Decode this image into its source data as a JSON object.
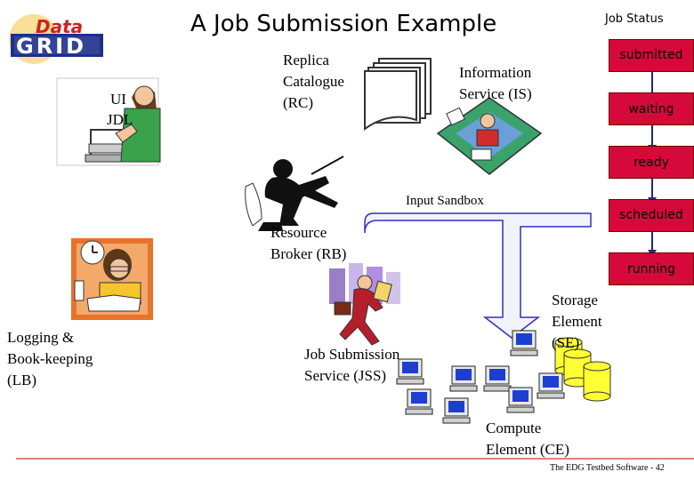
{
  "title": "A Job Submission Example",
  "logo": {
    "line1": "Data",
    "line2": "GRID"
  },
  "job_status": {
    "header": "Job Status",
    "states": [
      "submitted",
      "waiting",
      "ready",
      "scheduled",
      "running"
    ],
    "box_color": "#d6093b"
  },
  "ui": {
    "line1": "UI",
    "line2": "JDL"
  },
  "replica_catalogue": {
    "line1": "Replica",
    "line2": "Catalogue",
    "line3": "(RC)"
  },
  "information_service": {
    "line1": "Information",
    "line2": "Service (IS)"
  },
  "input_sandbox": "Input Sandbox",
  "resource_broker": {
    "line1": "Resource",
    "line2": "Broker (RB)"
  },
  "logging": {
    "line1": "Logging &",
    "line2": "Book-keeping",
    "line3": "(LB)"
  },
  "jss": {
    "line1": "Job Submission",
    "line2": "Service (JSS)"
  },
  "storage_element": {
    "line1": "Storage",
    "line2": "Element",
    "line3": "(SE)"
  },
  "compute_element": {
    "line1": "Compute",
    "line2": "Element (CE)"
  },
  "footer": "The EDG Testbed Software - 42",
  "colors": {
    "arrow_fill": "#f2f2fb",
    "arrow_stroke": "#3030c0",
    "storage": "#ffff33",
    "footer_line": "#c00000"
  }
}
